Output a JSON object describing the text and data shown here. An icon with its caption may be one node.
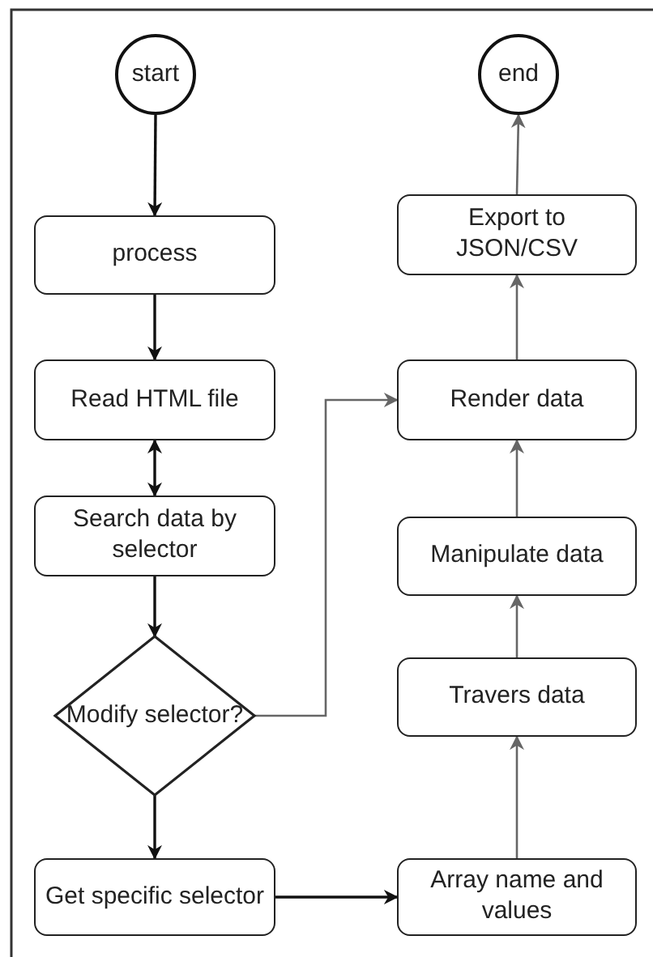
{
  "diagram": {
    "nodes": [
      {
        "text": [
          "start"
        ]
      },
      {
        "text": [
          "process"
        ]
      },
      {
        "text": [
          "Read HTML file"
        ]
      },
      {
        "text": [
          "Search data by selector"
        ]
      },
      {
        "text": [
          "Modify selector?"
        ]
      },
      {
        "text": [
          "Get specific selector"
        ]
      },
      {
        "text": [
          "end"
        ]
      },
      {
        "text": [
          "Export to JSON/CSV"
        ]
      },
      {
        "text": [
          "Render data"
        ]
      },
      {
        "text": [
          "Manipulate data"
        ]
      },
      {
        "text": [
          "Travers data"
        ]
      },
      {
        "text": [
          "Array name and values"
        ]
      }
    ],
    "edges": [
      {
        "from": 0,
        "to": 1,
        "arrow": "to"
      },
      {
        "from": 1,
        "to": 2,
        "arrow": "to"
      },
      {
        "from": 2,
        "to": 3,
        "arrow": "both"
      },
      {
        "from": 3,
        "to": 4,
        "arrow": "to"
      },
      {
        "from": 4,
        "to": 8,
        "arrow": "to",
        "color": "#666666"
      },
      {
        "from": 4,
        "to": 5,
        "arrow": "to"
      },
      {
        "from": 5,
        "to": 11,
        "arrow": "to"
      },
      {
        "from": 11,
        "to": 10,
        "arrow": "to",
        "color": "#666666"
      },
      {
        "from": 10,
        "to": 9,
        "arrow": "to",
        "color": "#666666"
      },
      {
        "from": 9,
        "to": 8,
        "arrow": "to",
        "color": "#666666"
      },
      {
        "from": 8,
        "to": 7,
        "arrow": "to",
        "color": "#666666"
      },
      {
        "from": 7,
        "to": 6,
        "arrow": "to",
        "color": "#666666"
      }
    ]
  }
}
